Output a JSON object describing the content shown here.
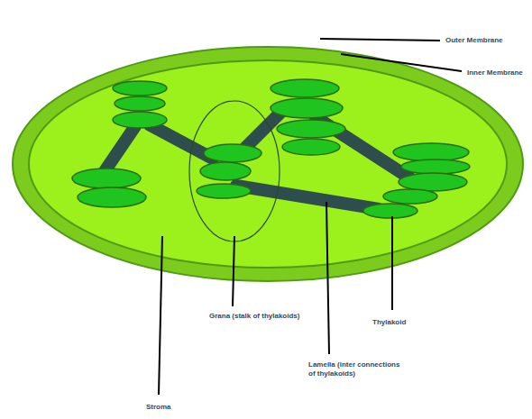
{
  "diagram": {
    "labels": [
      "Outer Membrane",
      "Inner Membrane",
      "Grana (stalk of thylakoids)",
      "Thylakoid",
      "Lamella (inter connections of thylakoids)",
      "Stroma"
    ]
  }
}
